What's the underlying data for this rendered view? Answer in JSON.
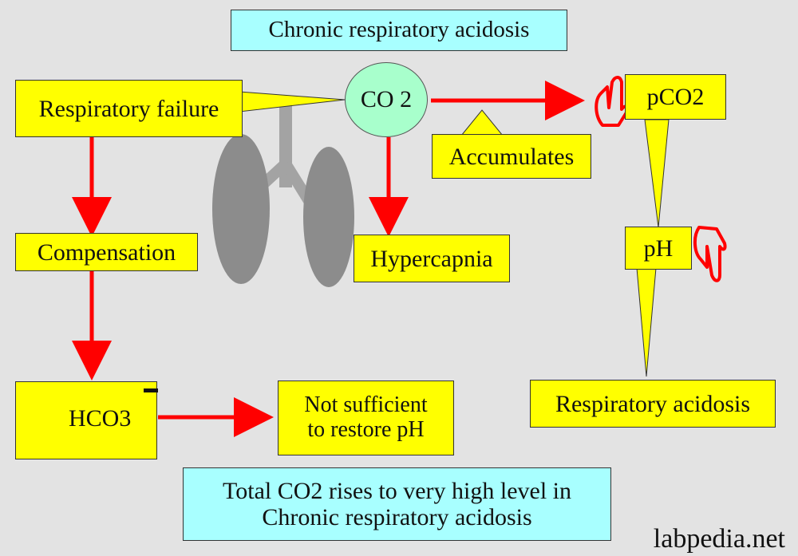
{
  "title": "Chronic respiratory acidosis",
  "nodes": {
    "respiratory_failure": "Respiratory failure",
    "co2": "CO 2",
    "accumulates": "Accumulates",
    "pco2": "pCO2",
    "ph": "pH",
    "hypercapnia": "Hypercapnia",
    "compensation": "Compensation",
    "hco3": "HCO3",
    "not_sufficient_line1": "Not sufficient",
    "not_sufficient_line2": "to restore pH",
    "respiratory_acidosis": "Respiratory acidosis"
  },
  "footer_line1": "Total CO2 rises to very high level in",
  "footer_line2": "Chronic respiratory acidosis",
  "watermark": "labpedia.net",
  "colors": {
    "background": "#e3e3e3",
    "callout_yellow": "#ffff00",
    "title_cyan": "#a8ffff",
    "circle_green": "#a8ffcc",
    "arrow_red": "#ff0000",
    "lung_gray": "#8c8c8c"
  },
  "icons": {
    "up_indicator": "hand-pointing-up-icon",
    "down_indicator": "hand-pointing-down-icon"
  }
}
